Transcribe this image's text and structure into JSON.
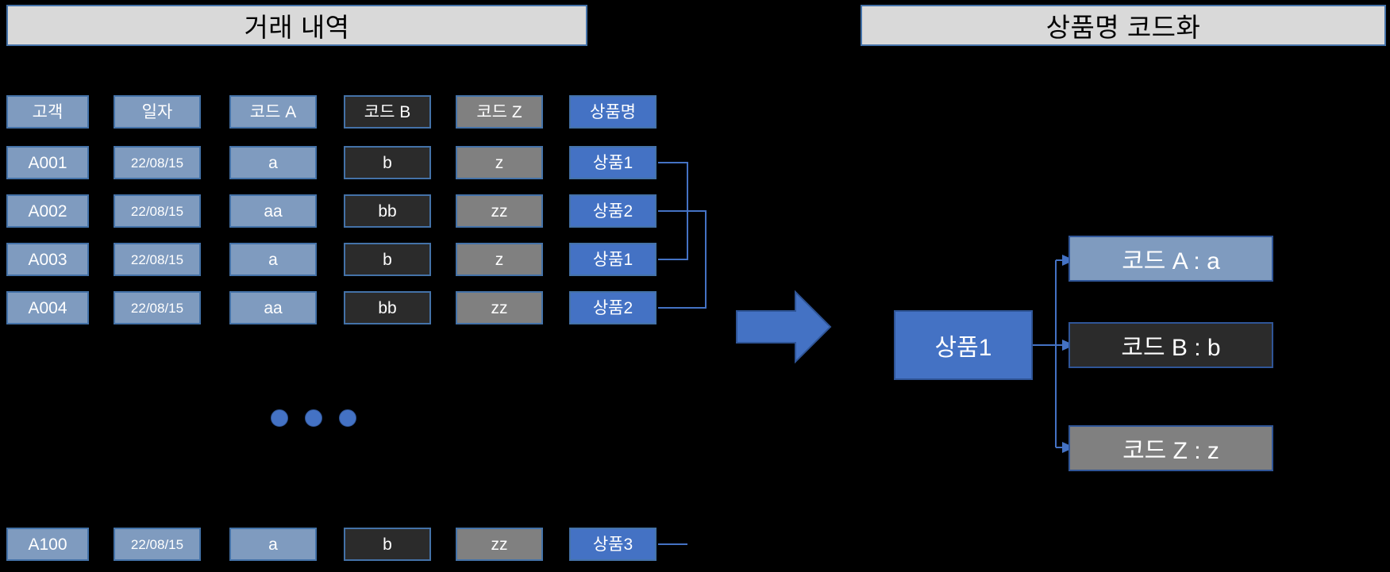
{
  "sections": {
    "left_title": "거래 내역",
    "right_title": "상품명 코드화"
  },
  "table": {
    "columns": [
      {
        "label": "고객",
        "tone": "steel"
      },
      {
        "label": "일자",
        "tone": "steel"
      },
      {
        "label": "코드 A",
        "tone": "steel"
      },
      {
        "label": "코드 B",
        "tone": "dark"
      },
      {
        "label": "코드 Z",
        "tone": "gray"
      },
      {
        "label": "상품명",
        "tone": "accent"
      }
    ],
    "rows": [
      {
        "customer": "A001",
        "date": "22/08/15",
        "code_a": "a",
        "code_b": "b",
        "code_z": "z",
        "product": "상품1"
      },
      {
        "customer": "A002",
        "date": "22/08/15",
        "code_a": "aa",
        "code_b": "bb",
        "code_z": "zz",
        "product": "상품2"
      },
      {
        "customer": "A003",
        "date": "22/08/15",
        "code_a": "a",
        "code_b": "b",
        "code_z": "z",
        "product": "상품1"
      },
      {
        "customer": "A004",
        "date": "22/08/15",
        "code_a": "aa",
        "code_b": "bb",
        "code_z": "zz",
        "product": "상품2"
      }
    ],
    "last_row": {
      "customer": "A100",
      "date": "22/08/15",
      "code_a": "a",
      "code_b": "b",
      "code_z": "zz",
      "product": "상품3"
    },
    "ellipsis": "•••"
  },
  "mapping": {
    "source_label": "상품1",
    "targets": [
      {
        "label": "코드 A : a",
        "tone": "steel"
      },
      {
        "label": "코드 B : b",
        "tone": "dark"
      },
      {
        "label": "코드 Z : z",
        "tone": "gray"
      }
    ]
  },
  "icons": {
    "flow_arrow": "right-arrow-icon"
  },
  "colors": {
    "background": "#000000",
    "banner_fill": "#d9d9d9",
    "banner_border": "#4472a8",
    "steel": "#7f9bbf",
    "dark": "#2b2b2b",
    "gray": "#808080",
    "accent": "#4472c4",
    "connector": "#4472c4",
    "text_light": "#ffffff",
    "text_dark": "#000000"
  }
}
